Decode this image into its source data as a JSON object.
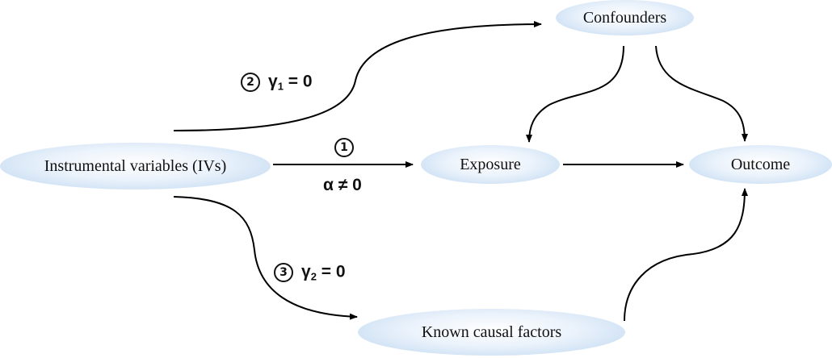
{
  "nodes": {
    "confounders": "Confounders",
    "ivs": "Instrumental variables (IVs)",
    "exposure": "Exposure",
    "outcome": "Outcome",
    "known": "Known causal factors"
  },
  "labels": {
    "assumption1": {
      "number": "1",
      "text": "α ≠ 0"
    },
    "assumption2": {
      "number": "2",
      "var": "γ",
      "sub": "1",
      "rest": " = 0"
    },
    "assumption3": {
      "number": "3",
      "var": "γ",
      "sub": "2",
      "rest": " = 0"
    }
  }
}
